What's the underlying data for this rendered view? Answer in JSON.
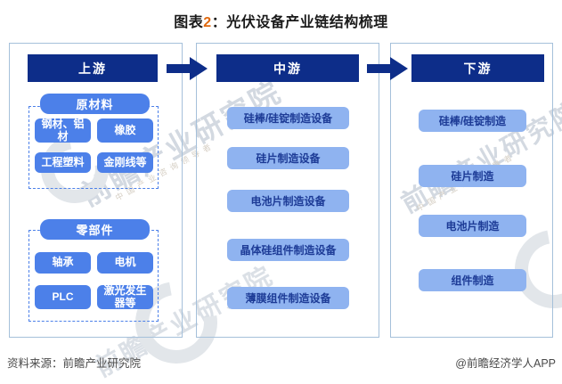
{
  "title": {
    "prefix": "图表",
    "number": "2",
    "separator": "：",
    "text": "光伏设备产业链结构梳理"
  },
  "colors": {
    "header_navy": "#0d2d89",
    "upstream_blue": "#4c80e9",
    "light_blue": "#8fb3f0",
    "panel_border": "#a5c0da",
    "title_number_orange": "#e0690f",
    "item_text_dark": "#1d3b96",
    "footer_gray": "#4a4a4a"
  },
  "columns": {
    "upstream": {
      "header": "上游",
      "groups": [
        {
          "label": "原材料",
          "items": [
            "钢材、铝材",
            "橡胶",
            "工程塑料",
            "金刚线等"
          ]
        },
        {
          "label": "零部件",
          "items": [
            "轴承",
            "电机",
            "PLC",
            "激光发生器等"
          ]
        }
      ]
    },
    "midstream": {
      "header": "中游",
      "items": [
        "硅棒/硅锭制造设备",
        "硅片制造设备",
        "电池片制造设备",
        "晶体硅组件制造设备",
        "薄膜组件制造设备"
      ]
    },
    "downstream": {
      "header": "下游",
      "items": [
        "硅棒/硅锭制造",
        "硅片制造",
        "电池片制造",
        "组件制造"
      ]
    }
  },
  "footer": {
    "source": "资料来源：前瞻产业研究院",
    "credit": "@前瞻经济学人APP"
  },
  "watermark": {
    "text": "前瞻产业研究院",
    "subtext": "中国产业咨询领导者"
  }
}
